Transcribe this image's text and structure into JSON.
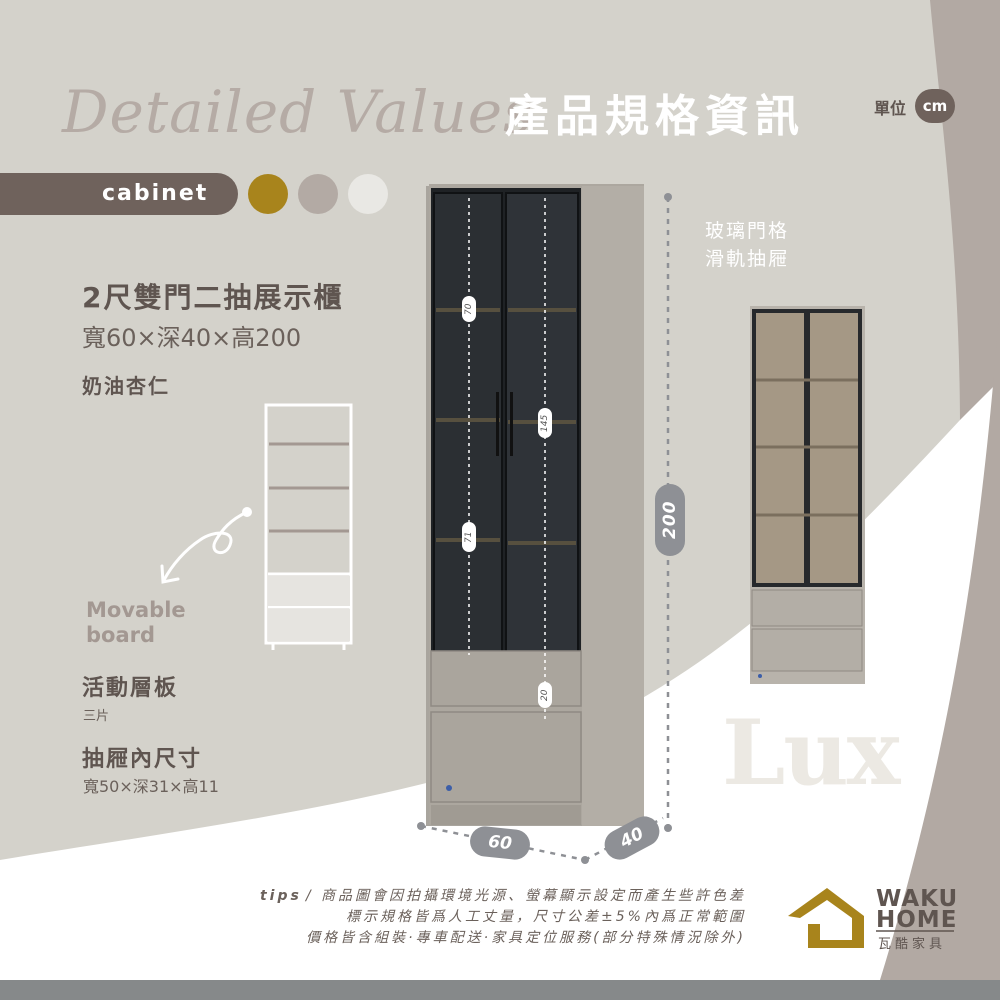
{
  "header": {
    "script_title": "Detailed Values",
    "title": "產品規格資訊",
    "unit_label": "單位",
    "unit": "cm"
  },
  "category": {
    "label": "cabinet",
    "swatches": [
      "#a8841c",
      "#b3aaa4",
      "#e9e8e4"
    ]
  },
  "product": {
    "name": "2尺雙門二抽展示櫃",
    "dims": "寬60×深40×高200",
    "color_name": "奶油杏仁"
  },
  "movable": {
    "label_en": "Movable board",
    "title": "活動層板",
    "count": "三片"
  },
  "drawer": {
    "title": "抽屜內尺寸",
    "dims": "寬50×深31×高11"
  },
  "features": [
    "玻璃門格",
    "滑軌抽屜"
  ],
  "dimensions": {
    "height": "200",
    "width": "60",
    "depth": "40",
    "inner_top": "70",
    "inner_mid": "145",
    "inner_low": "71",
    "inner_drawer": "20"
  },
  "series": "Lux",
  "tips": {
    "label": "tips",
    "lines": [
      "/ 商品圖會因拍攝環境光源、螢幕顯示設定而產生些許色差",
      "標示規格皆爲人工丈量，尺寸公差±5%內爲正常範圍",
      "價格皆含組裝·專車配送·家具定位服務(部分特殊情況除外)"
    ]
  },
  "brand": {
    "name_line1": "WAKU",
    "name_line2": "HOME",
    "name_zh": "瓦酷家具",
    "accent": "#a8841c"
  }
}
